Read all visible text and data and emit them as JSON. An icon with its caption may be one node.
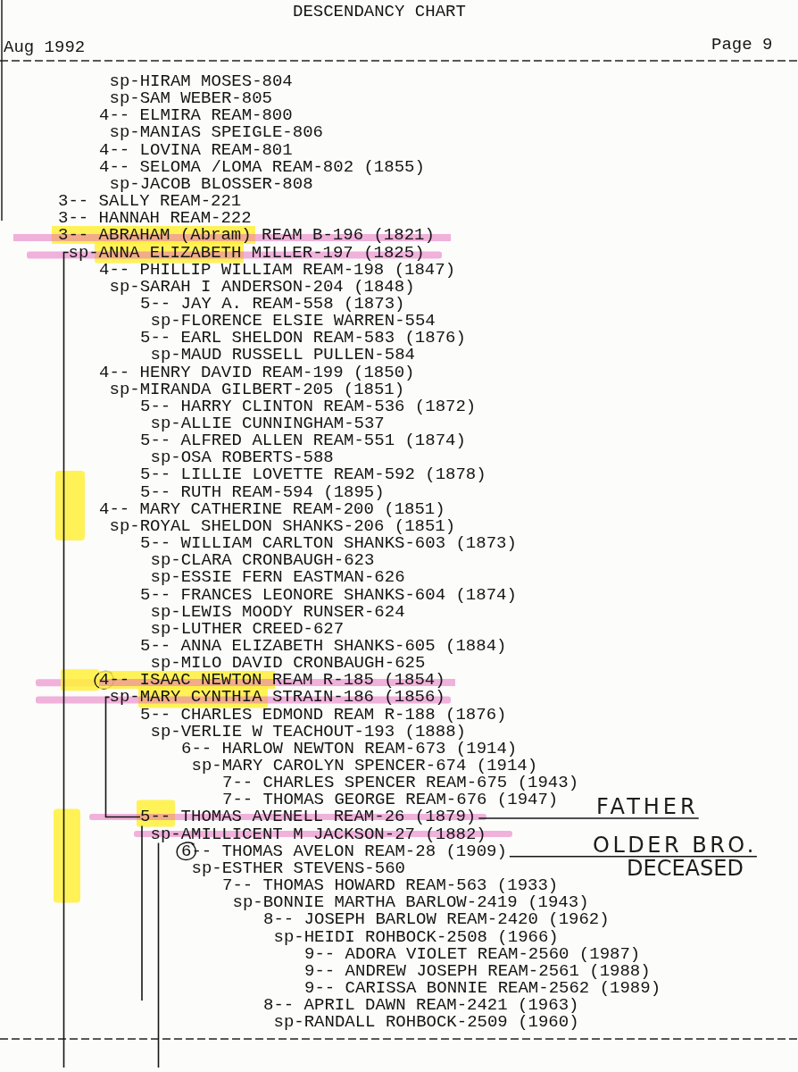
{
  "diagram": {
    "title": "DESCENDANCY CHART",
    "nodes": [
      {
        "text": [
          "sp-ANNA ELIZABETH MILLER-197 (1825)"
        ]
      },
      {
        "text": [
          "sp-MARY CYNTHIA STRAIN-186 (1856)"
        ]
      },
      {
        "text": [
          "5-- THOMAS AVENELL REAM-26 (1879)"
        ]
      },
      {
        "text": [
          "FATHER"
        ]
      },
      {
        "text": [
          "sp-AMILLICENT M JACKSON-27 (1882)"
        ]
      },
      {
        "text": [
          "6-- THOMAS AVELON REAM-28 (1909)"
        ]
      },
      {
        "text": [
          "OLDER BRO.",
          "DECEASED"
        ]
      }
    ],
    "edges": [
      {
        "from": 0,
        "to": null,
        "arrow": "none"
      },
      {
        "from": 1,
        "to": 2,
        "arrow": "none"
      },
      {
        "from": 2,
        "to": null,
        "arrow": "none"
      },
      {
        "from": 4,
        "to": null,
        "arrow": "none"
      },
      {
        "from": 2,
        "to": 3,
        "arrow": "none"
      },
      {
        "from": 5,
        "to": 6,
        "arrow": "none"
      }
    ],
    "labels": [
      "Aug 1992",
      "Page 9",
      "sp-HIRAM MOSES-804",
      "sp-SAM WEBER-805",
      "4-- ELMIRA REAM-800",
      "sp-MANIAS SPEIGLE-806",
      "4-- LOVINA REAM-801",
      "4-- SELOMA /LOMA REAM-802 (1855)",
      "sp-JACOB BLOSSER-808",
      "3-- SALLY REAM-221",
      "3-- HANNAH REAM-222",
      "3-- ABRAHAM (Abram) REAM B-196 (1821)",
      "4-- PHILLIP WILLIAM REAM-198 (1847)",
      "sp-SARAH I ANDERSON-204 (1848)",
      "5-- JAY A. REAM-558 (1873)",
      "sp-FLORENCE ELSIE WARREN-554",
      "5-- EARL SHELDON REAM-583 (1876)",
      "sp-MAUD RUSSELL PULLEN-584",
      "4-- HENRY DAVID REAM-199 (1850)",
      "sp-MIRANDA GILBERT-205 (1851)",
      "5-- HARRY CLINTON REAM-536 (1872)",
      "sp-ALLIE CUNNINGHAM-537",
      "5-- ALFRED ALLEN REAM-551 (1874)",
      "sp-OSA ROBERTS-588",
      "5-- LILLIE LOVETTE REAM-592 (1878)",
      "5-- RUTH REAM-594 (1895)",
      "4-- MARY CATHERINE REAM-200 (1851)",
      "sp-ROYAL SHELDON SHANKS-206 (1851)",
      "5-- WILLIAM CARLTON SHANKS-603 (1873)",
      "sp-CLARA CRONBAUGH-623",
      "sp-ESSIE FERN EASTMAN-626",
      "5-- FRANCES LEONORE SHANKS-604 (1874)",
      "sp-LEWIS MOODY RUNSER-624",
      "sp-LUTHER CREED-627",
      "5-- ANNA ELIZABETH SHANKS-605 (1884)",
      "sp-MILO DAVID CRONBAUGH-625",
      "4-- ISAAC NEWTON REAM R-185 (1854)",
      "5-- CHARLES EDMOND REAM R-188 (1876)",
      "sp-VERLIE W TEACHOUT-193 (1888)",
      "6-- HARLOW NEWTON REAM-673 (1914)",
      "sp-MARY CAROLYN SPENCER-674 (1914)",
      "7-- CHARLES SPENCER REAM-675 (1943)",
      "7-- THOMAS GEORGE REAM-676 (1947)",
      "sp-ESTHER STEVENS-560",
      "7-- THOMAS HOWARD REAM-563 (1933)",
      "sp-BONNIE MARTHA BARLOW-2419 (1943)",
      "8-- JOSEPH BARLOW REAM-2420 (1962)",
      "sp-HEIDI ROHBOCK-2508 (1966)",
      "9-- ADORA VIOLET REAM-2560 (1987)",
      "9-- ANDREW JOSEPH REAM-2561 (1988)",
      "9-- CARISSA BONNIE REAM-2562 (1989)",
      "8-- APRIL DAWN REAM-2421 (1963)",
      "sp-RANDALL ROHBOCK-2509 (1960)"
    ]
  }
}
